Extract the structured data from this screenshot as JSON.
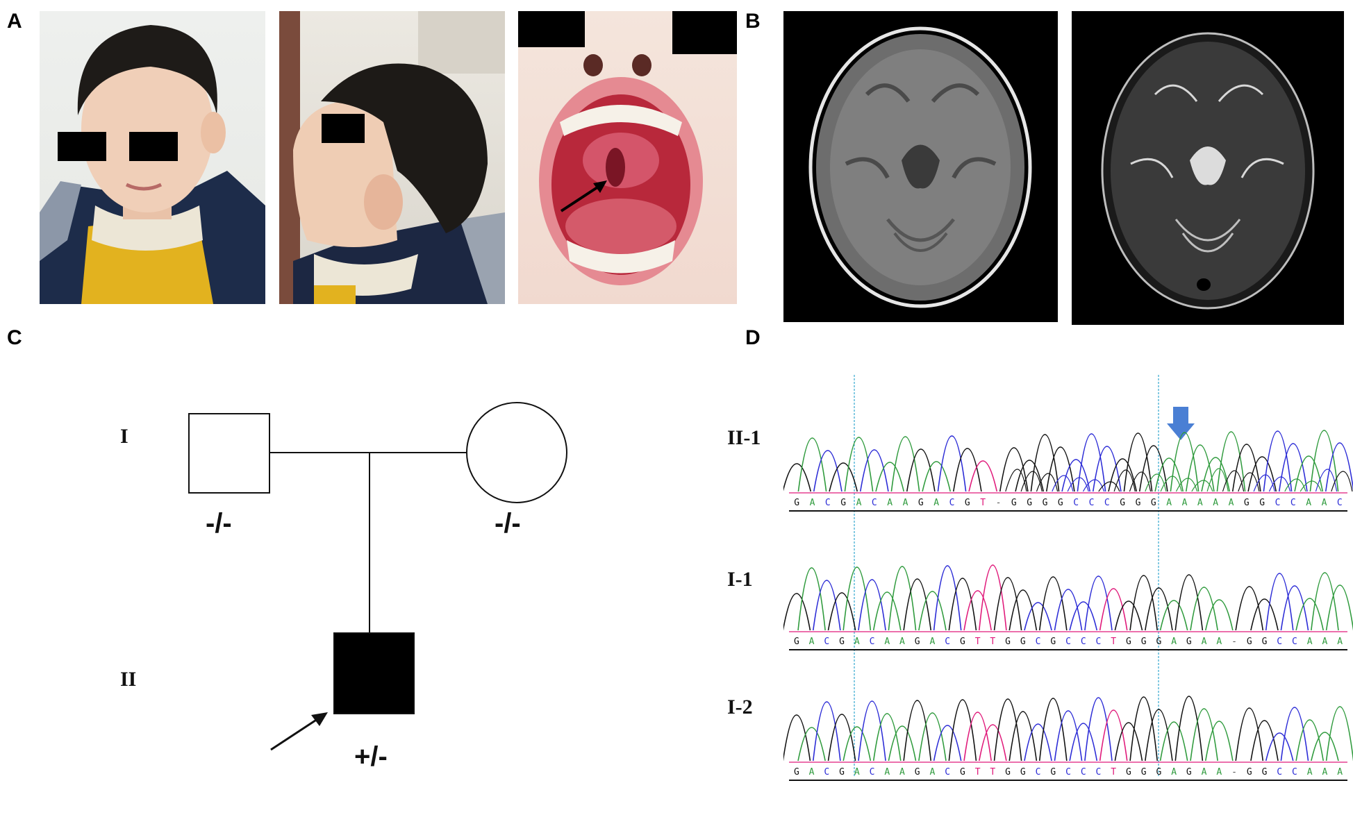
{
  "panels": {
    "a": "A",
    "b": "B",
    "c": "C",
    "d": "D"
  },
  "pedigree": {
    "generation_1": "I",
    "generation_2": "II",
    "father_genotype": "-/-",
    "mother_genotype": "-/-",
    "proband_genotype": "+/-"
  },
  "chromatograms": [
    {
      "label": "II-1",
      "sequence": "GACGACAAGACGT-GGGGCCCGGGAAAAAGGCCAAC"
    },
    {
      "label": "I-1",
      "sequence": "GACGACAAGACGTTGGCGCCCTGGGAGAA-GGCCAAA"
    },
    {
      "label": "I-2",
      "sequence": "GACGACAAGACGTTGGCGCCCTGGGAGAA-GGCCAAA"
    }
  ],
  "colors": {
    "A": "#2e9a3c",
    "C": "#2b2bd6",
    "G": "#111111",
    "T": "#e0197a",
    "variant_arrow": "#4a7fd4",
    "guide": "#5bb8d8"
  }
}
